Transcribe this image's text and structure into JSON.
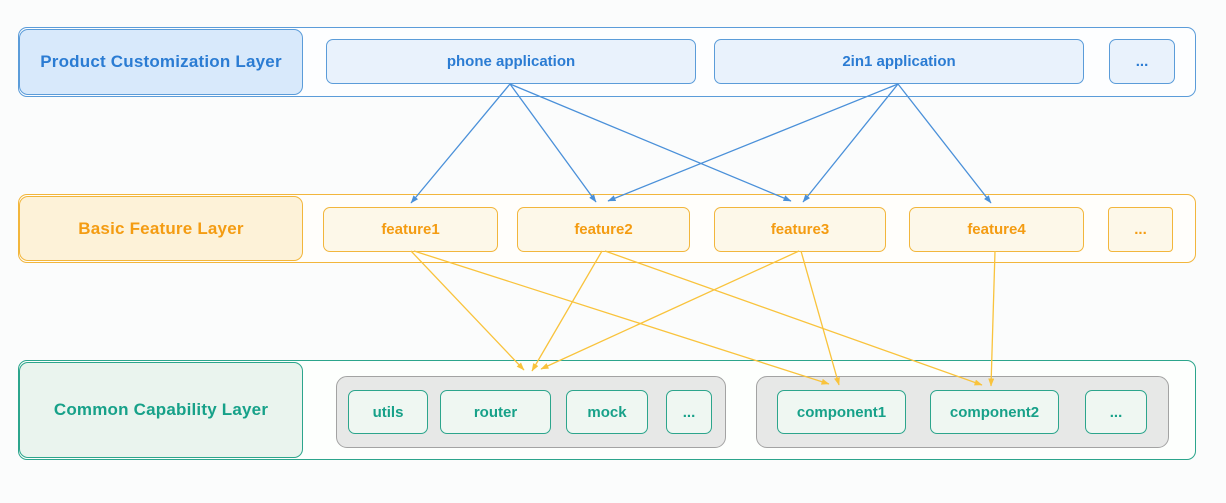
{
  "page": {
    "background": "#fbfcfc"
  },
  "layers": [
    {
      "id": "product-customization",
      "label": "Product Customization Layer",
      "items": [
        {
          "label": "phone application"
        },
        {
          "label": "2in1 application"
        },
        {
          "label": "..."
        }
      ],
      "colors": {
        "border": "#5b9cd9",
        "label_bg": "#d8e9fb",
        "item_bg": "#e9f2fc",
        "text": "#2b7cd3"
      }
    },
    {
      "id": "basic-feature",
      "label": "Basic Feature Layer",
      "items": [
        {
          "label": "feature1"
        },
        {
          "label": "feature2"
        },
        {
          "label": "feature3"
        },
        {
          "label": "feature4"
        },
        {
          "label": "..."
        }
      ],
      "colors": {
        "border": "#f2b63c",
        "label_bg": "#fdf2d8",
        "item_bg": "#fdf8e9",
        "text": "#f49c12"
      }
    },
    {
      "id": "common-capability",
      "label": "Common Capability Layer",
      "groups": [
        {
          "items": [
            {
              "label": "utils"
            },
            {
              "label": "router"
            },
            {
              "label": "mock"
            },
            {
              "label": "..."
            }
          ]
        },
        {
          "items": [
            {
              "label": "component1"
            },
            {
              "label": "component2"
            },
            {
              "label": "..."
            }
          ]
        }
      ],
      "colors": {
        "border": "#2ca58c",
        "label_bg": "#eaf4ee",
        "item_bg": "#eff7f2",
        "text": "#17a189",
        "group_bg": "#e7e8e7",
        "group_border": "#a3a3a3"
      }
    }
  ],
  "arrows": {
    "blue": {
      "color": "#4a90d9",
      "edges": [
        {
          "from": "phone-application",
          "to": "feature1",
          "points": [
            510,
            84,
            411,
            203
          ]
        },
        {
          "from": "phone-application",
          "to": "feature2",
          "points": [
            510,
            84,
            596,
            202
          ]
        },
        {
          "from": "phone-application",
          "to": "feature3",
          "points": [
            510,
            84,
            791,
            201
          ]
        },
        {
          "from": "2in1-application",
          "to": "feature2",
          "points": [
            898,
            84,
            608,
            201
          ]
        },
        {
          "from": "2in1-application",
          "to": "feature3",
          "points": [
            898,
            84,
            803,
            202
          ]
        },
        {
          "from": "2in1-application",
          "to": "feature4",
          "points": [
            898,
            84,
            991,
            203
          ]
        }
      ]
    },
    "yellow": {
      "color": "#f9c33c",
      "edges": [
        {
          "from": "feature1",
          "to": "utils-group",
          "points": [
            411,
            251,
            524,
            370
          ]
        },
        {
          "from": "feature2",
          "to": "utils-group",
          "points": [
            602,
            251,
            532,
            371
          ]
        },
        {
          "from": "feature3",
          "to": "utils-group",
          "points": [
            799,
            251,
            541,
            369
          ]
        },
        {
          "from": "feature1",
          "to": "component1",
          "points": [
            414,
            251,
            829,
            384
          ]
        },
        {
          "from": "feature3",
          "to": "component1",
          "points": [
            801,
            251,
            839,
            385
          ]
        },
        {
          "from": "feature2",
          "to": "component2",
          "points": [
            605,
            251,
            982,
            385
          ]
        },
        {
          "from": "feature4",
          "to": "component2",
          "points": [
            995,
            251,
            991,
            386
          ]
        }
      ]
    }
  }
}
